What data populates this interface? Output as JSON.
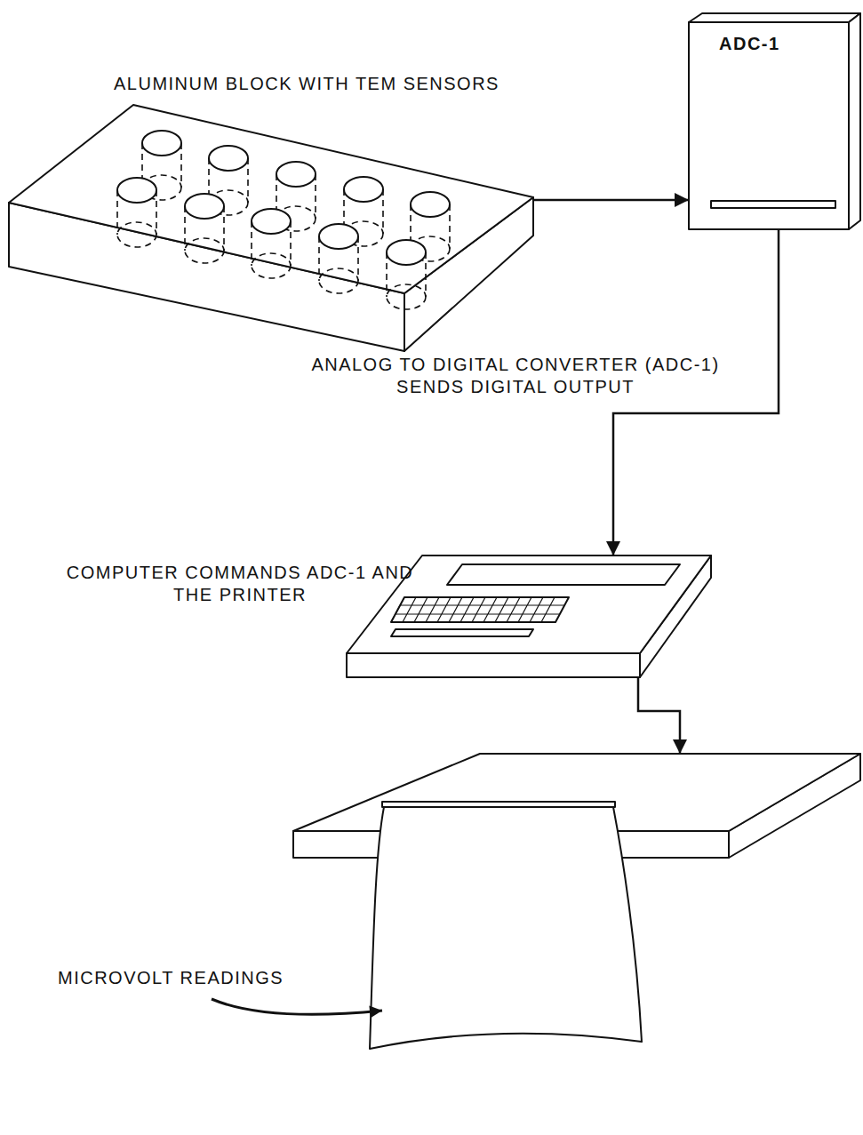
{
  "diagram": {
    "nodes": [
      {
        "text": [
          "ALUMINUM BLOCK WITH TEM SENSORS"
        ]
      },
      {
        "text": [
          "ADC-1"
        ]
      },
      {
        "text": [
          "COMPUTER COMMANDS ADC-1 AND THE PRINTER"
        ]
      },
      {
        "text": [
          "MICROVOLT READINGS"
        ]
      }
    ],
    "edges": [
      {
        "from": 0,
        "to": 1,
        "arrow": "to"
      },
      {
        "from": 1,
        "to": 2,
        "label": "ANALOG TO DIGITAL CONVERTER (ADC-1) SENDS DIGITAL OUTPUT",
        "arrow": "to"
      },
      {
        "from": 2,
        "to": 3,
        "arrow": "to"
      }
    ]
  }
}
